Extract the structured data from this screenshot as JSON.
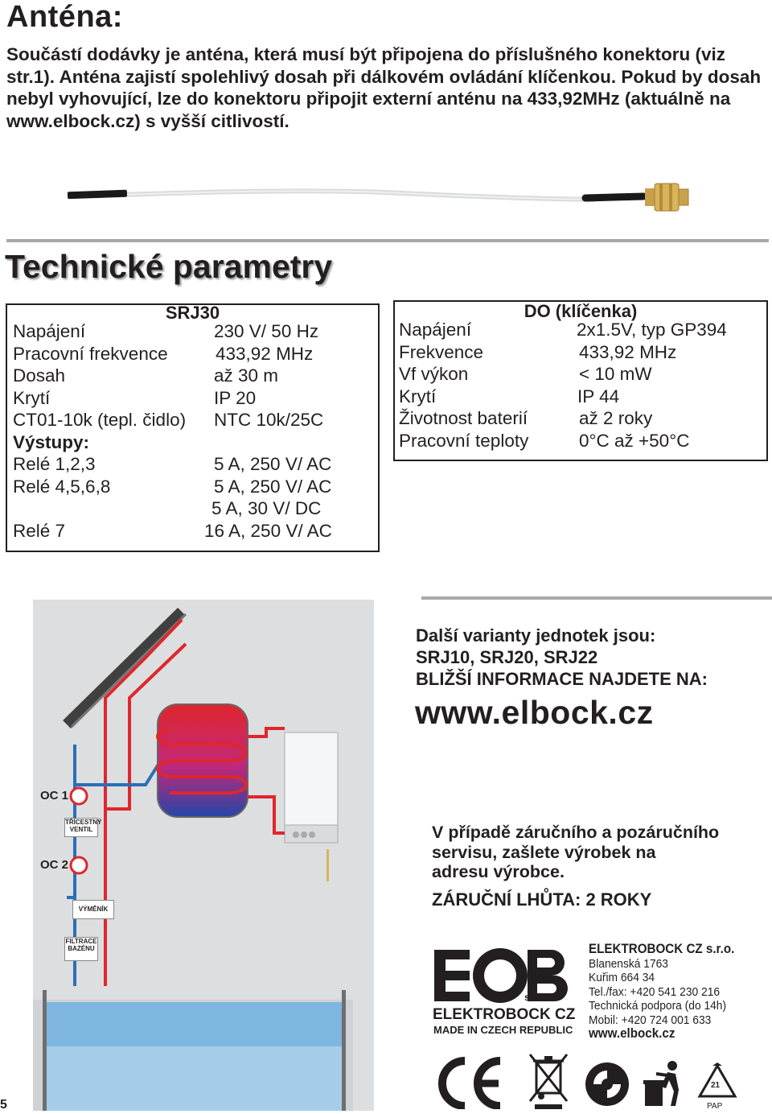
{
  "title": "Anténa:",
  "intro": "Součástí dodávky je anténa, která musí být připojena do příslušného konektoru (viz str.1). Anténa zajistí spolehlivý dosah při dálkovém ovládání klíčenkou. Pokud by dosah nebyl vyhovující, lze do konektoru připojit externí anténu na 433,92MHz (aktuálně na www.elbock.cz) s vyšší citlivostí.",
  "tech_title": "Technické parametry",
  "srj30": {
    "heading": "SRJ30",
    "rows": [
      {
        "label": "Napájení",
        "value": "230 V/ 50 Hz"
      },
      {
        "label": "Pracovní frekvence",
        "value": "433,92 MHz"
      },
      {
        "label": "Dosah",
        "value": "až 30 m"
      },
      {
        "label": "Krytí",
        "value": "IP 20"
      },
      {
        "label": "CT01-10k (tepl. čidlo)",
        "value": "NTC 10k/25C"
      },
      {
        "label": "Výstupy:",
        "value": ""
      },
      {
        "label": "Relé 1,2,3",
        "value": "5 A, 250 V/ AC"
      },
      {
        "label": "Relé 4,5,6,8",
        "value": "5 A, 250 V/ AC"
      },
      {
        "label": "",
        "value": "5 A, 30 V/ DC"
      },
      {
        "label": "Relé 7",
        "value": "16 A, 250 V/ AC"
      }
    ]
  },
  "do": {
    "heading": "DO (klíčenka)",
    "rows": [
      {
        "label": "Napájení",
        "value": "2x1.5V, typ GP394"
      },
      {
        "label": "Frekvence",
        "value": "433,92 MHz"
      },
      {
        "label": "Vf výkon",
        "value": "< 10 mW"
      },
      {
        "label": "Krytí",
        "value": "IP 44"
      },
      {
        "label": "Životnost baterií",
        "value": "až 2 roky"
      },
      {
        "label": "Pracovní teploty",
        "value": "0°C až +50°C"
      }
    ]
  },
  "diagram": {
    "oc1": "OC 1",
    "oc2": "OC 2",
    "valve": "TŘÍCESTNÝ VENTIL",
    "exchanger": "VÝMĚNÍK",
    "filter": "FILTRACE BAZÉNU"
  },
  "variants": {
    "line1": "Další varianty jednotek jsou:",
    "line2": "SRJ10, SRJ20, SRJ22",
    "line3": "BLIŽŠÍ INFORMACE NAJDETE NA:",
    "url": "www.elbock.cz"
  },
  "service": {
    "line1": "V případě záručního a pozáručního",
    "line2": "servisu,  zašlete výrobek na",
    "line3": "adresu výrobce.",
    "warranty": "ZÁRUČNÍ LHŮTA: 2 ROKY"
  },
  "logo": {
    "sro": "s.r.o.",
    "brand": "ELEKTROBOCK CZ",
    "made": "MADE IN CZECH REPUBLIC"
  },
  "company": {
    "name": "ELEKTROBOCK CZ s.r.o.",
    "street": "Blanenská 1763",
    "city": "Kuřim 664 34",
    "phone": "Tel./fax: +420 541 230 216",
    "support": "Technická podpora (do 14h)",
    "mobile": "Mobil: +420 724 001 633",
    "web": "www.elbock.cz"
  },
  "symbols": {
    "recycle_num": "21",
    "recycle_code": "PAP"
  },
  "page_number": "5"
}
